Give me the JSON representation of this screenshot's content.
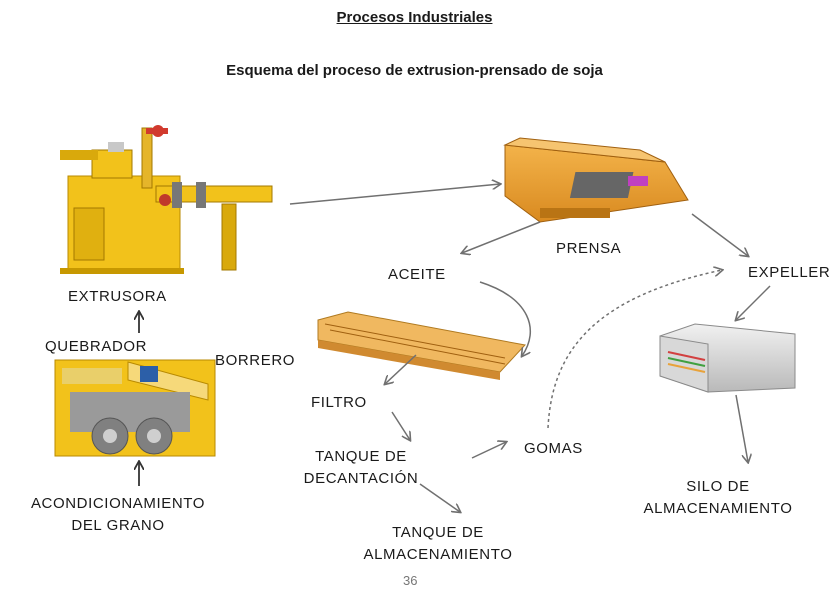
{
  "title": "Procesos Industriales",
  "subtitle": "Esquema del proceso de extrusion-prensado de soja",
  "labels": {
    "extrusora": "EXTRUSORA",
    "quebrador": "QUEBRADOR",
    "acondicionamiento_1": "ACONDICIONAMIENTO",
    "acondicionamiento_2": "DEL GRANO",
    "prensa": "PRENSA",
    "aceite": "ACEITE",
    "expeller": "EXPELLER",
    "borrero": "BORRERO",
    "filtro": "FILTRO",
    "tanque_decantacion_1": "TANQUE DE",
    "tanque_decantacion_2": "DECANTACIÓN",
    "gomas": "GOMAS",
    "tanque_almacenamiento_1": "TANQUE DE",
    "tanque_almacenamiento_2": "ALMACENAMIENTO",
    "silo_1": "SILO DE",
    "silo_2": "ALMACENAMIENTO"
  },
  "page_number": "36",
  "colors": {
    "machine_yellow": "#f2c21b",
    "machine_orange": "#e8a23a",
    "arrow": "#707070",
    "text": "#1a1a1a"
  }
}
